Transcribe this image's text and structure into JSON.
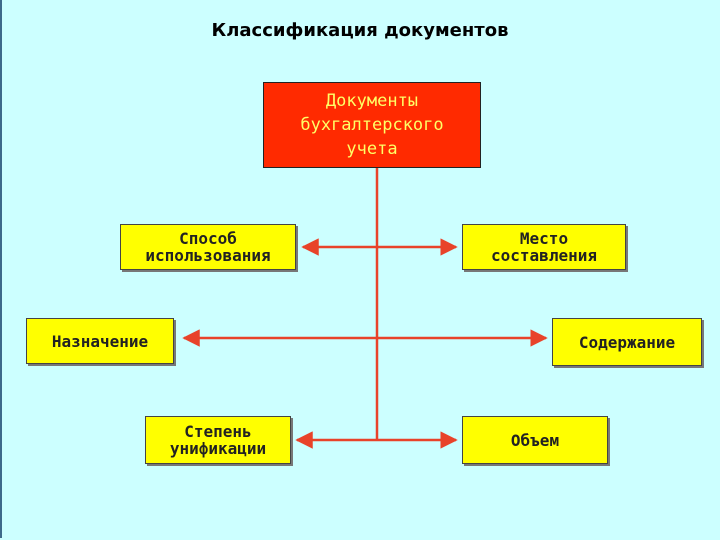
{
  "title": "Классификация документов",
  "root": {
    "label": "Документы\nбухгалтерского\nучета"
  },
  "left": [
    {
      "label": "Способ\nиспользования"
    },
    {
      "label": "Назначение"
    },
    {
      "label": "Степень\nунификации"
    }
  ],
  "right": [
    {
      "label": "Место\nсоставления"
    },
    {
      "label": "Содержание"
    },
    {
      "label": "Объем"
    }
  ],
  "colors": {
    "background": "#ccffff",
    "root_fill": "#ff2a00",
    "root_text": "#ffff66",
    "leaf_fill": "#ffff00",
    "connector": "#e8432a"
  }
}
